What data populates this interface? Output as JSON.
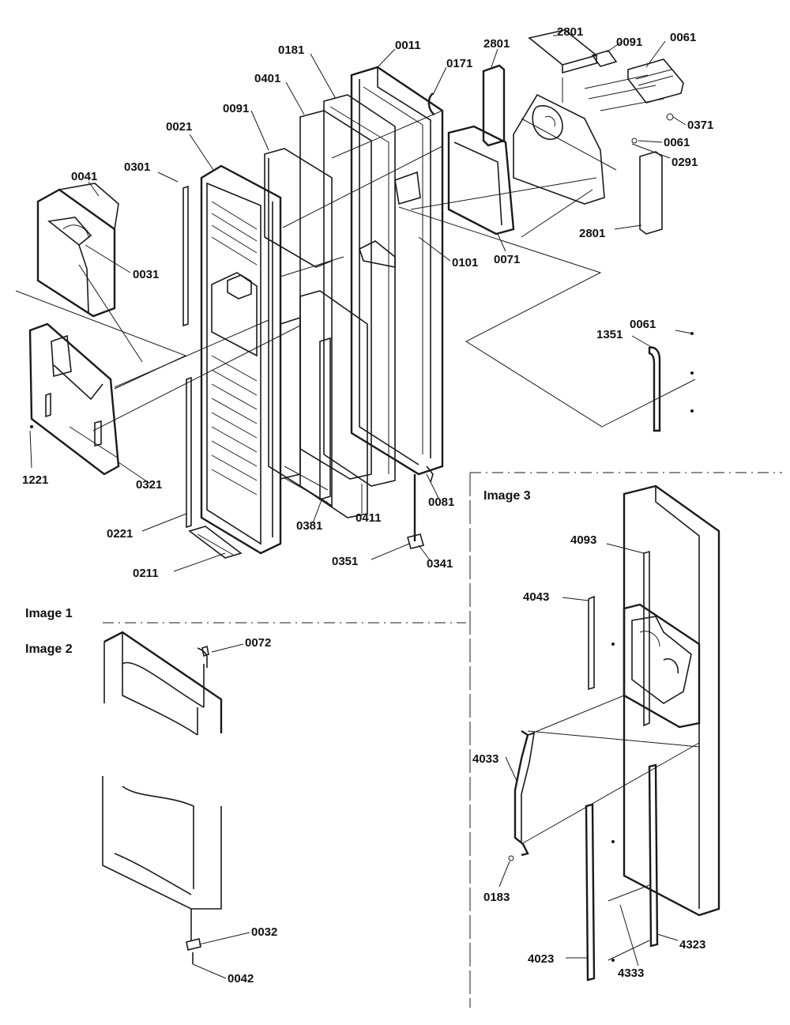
{
  "image_labels": {
    "image1": "Image 1",
    "image2": "Image 2",
    "image3": "Image 3"
  },
  "callouts": {
    "c0011": "0011",
    "c0181": "0181",
    "c0171": "0171",
    "c2801_top": "2801",
    "c2801_top2": "2801",
    "c0091_top": "0091",
    "c0061_top": "0061",
    "c0401": "0401",
    "c0091_left": "0091",
    "c0021": "0021",
    "c0301": "0301",
    "c0041": "0041",
    "c0031": "0031",
    "c0371": "0371",
    "c0061_mid": "0061",
    "c0291": "0291",
    "c0101": "0101",
    "c0071": "0071",
    "c2801_bottom": "2801",
    "c0061_right": "0061",
    "c1351": "1351",
    "c1221": "1221",
    "c0321": "0321",
    "c0221": "0221",
    "c0211": "0211",
    "c0381": "0381",
    "c0411": "0411",
    "c0081": "0081",
    "c0351": "0351",
    "c0341": "0341",
    "c0072": "0072",
    "c0032": "0032",
    "c0042": "0042",
    "c4093": "4093",
    "c4043": "4043",
    "c4033": "4033",
    "c0183": "0183",
    "c4023": "4023",
    "c4333": "4333",
    "c4323": "4323"
  }
}
